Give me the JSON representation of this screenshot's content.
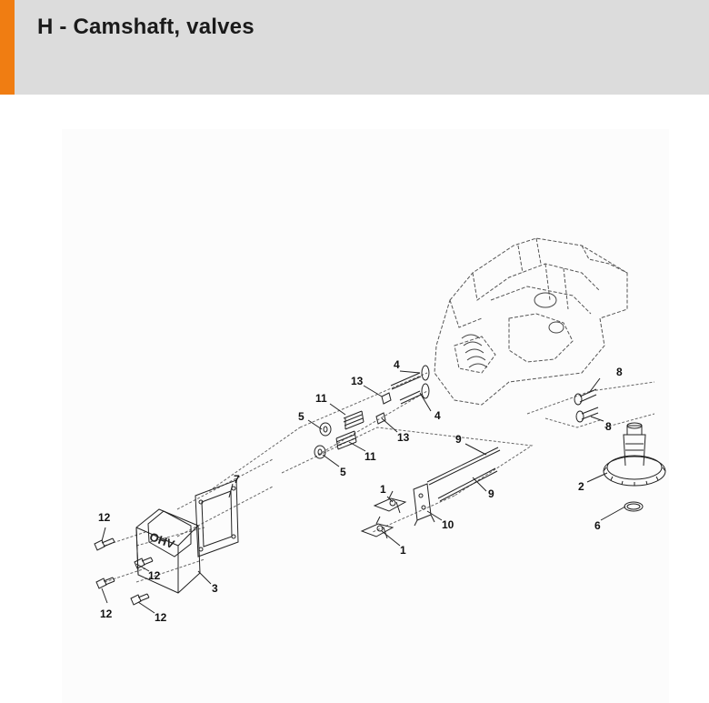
{
  "page": {
    "title": "H - Camshaft, valves",
    "accent_color": "#f07d12",
    "header_color": "#dcdcdc"
  },
  "diagram": {
    "callouts": [
      {
        "id": "c1a",
        "label": "1"
      },
      {
        "id": "c1b",
        "label": "1"
      },
      {
        "id": "c2",
        "label": "2"
      },
      {
        "id": "c3",
        "label": "3"
      },
      {
        "id": "c4a",
        "label": "4"
      },
      {
        "id": "c4b",
        "label": "4"
      },
      {
        "id": "c5a",
        "label": "5"
      },
      {
        "id": "c5b",
        "label": "5"
      },
      {
        "id": "c6",
        "label": "6"
      },
      {
        "id": "c7",
        "label": "7"
      },
      {
        "id": "c8a",
        "label": "8"
      },
      {
        "id": "c8b",
        "label": "8"
      },
      {
        "id": "c9a",
        "label": "9"
      },
      {
        "id": "c9b",
        "label": "9"
      },
      {
        "id": "c10",
        "label": "10"
      },
      {
        "id": "c11a",
        "label": "11"
      },
      {
        "id": "c11b",
        "label": "11"
      },
      {
        "id": "c12a",
        "label": "12"
      },
      {
        "id": "c12b",
        "label": "12"
      },
      {
        "id": "c12c",
        "label": "12"
      },
      {
        "id": "c12d",
        "label": "12"
      },
      {
        "id": "c13a",
        "label": "13"
      },
      {
        "id": "c13b",
        "label": "13"
      }
    ],
    "cover_emblem_text": "OHV"
  }
}
